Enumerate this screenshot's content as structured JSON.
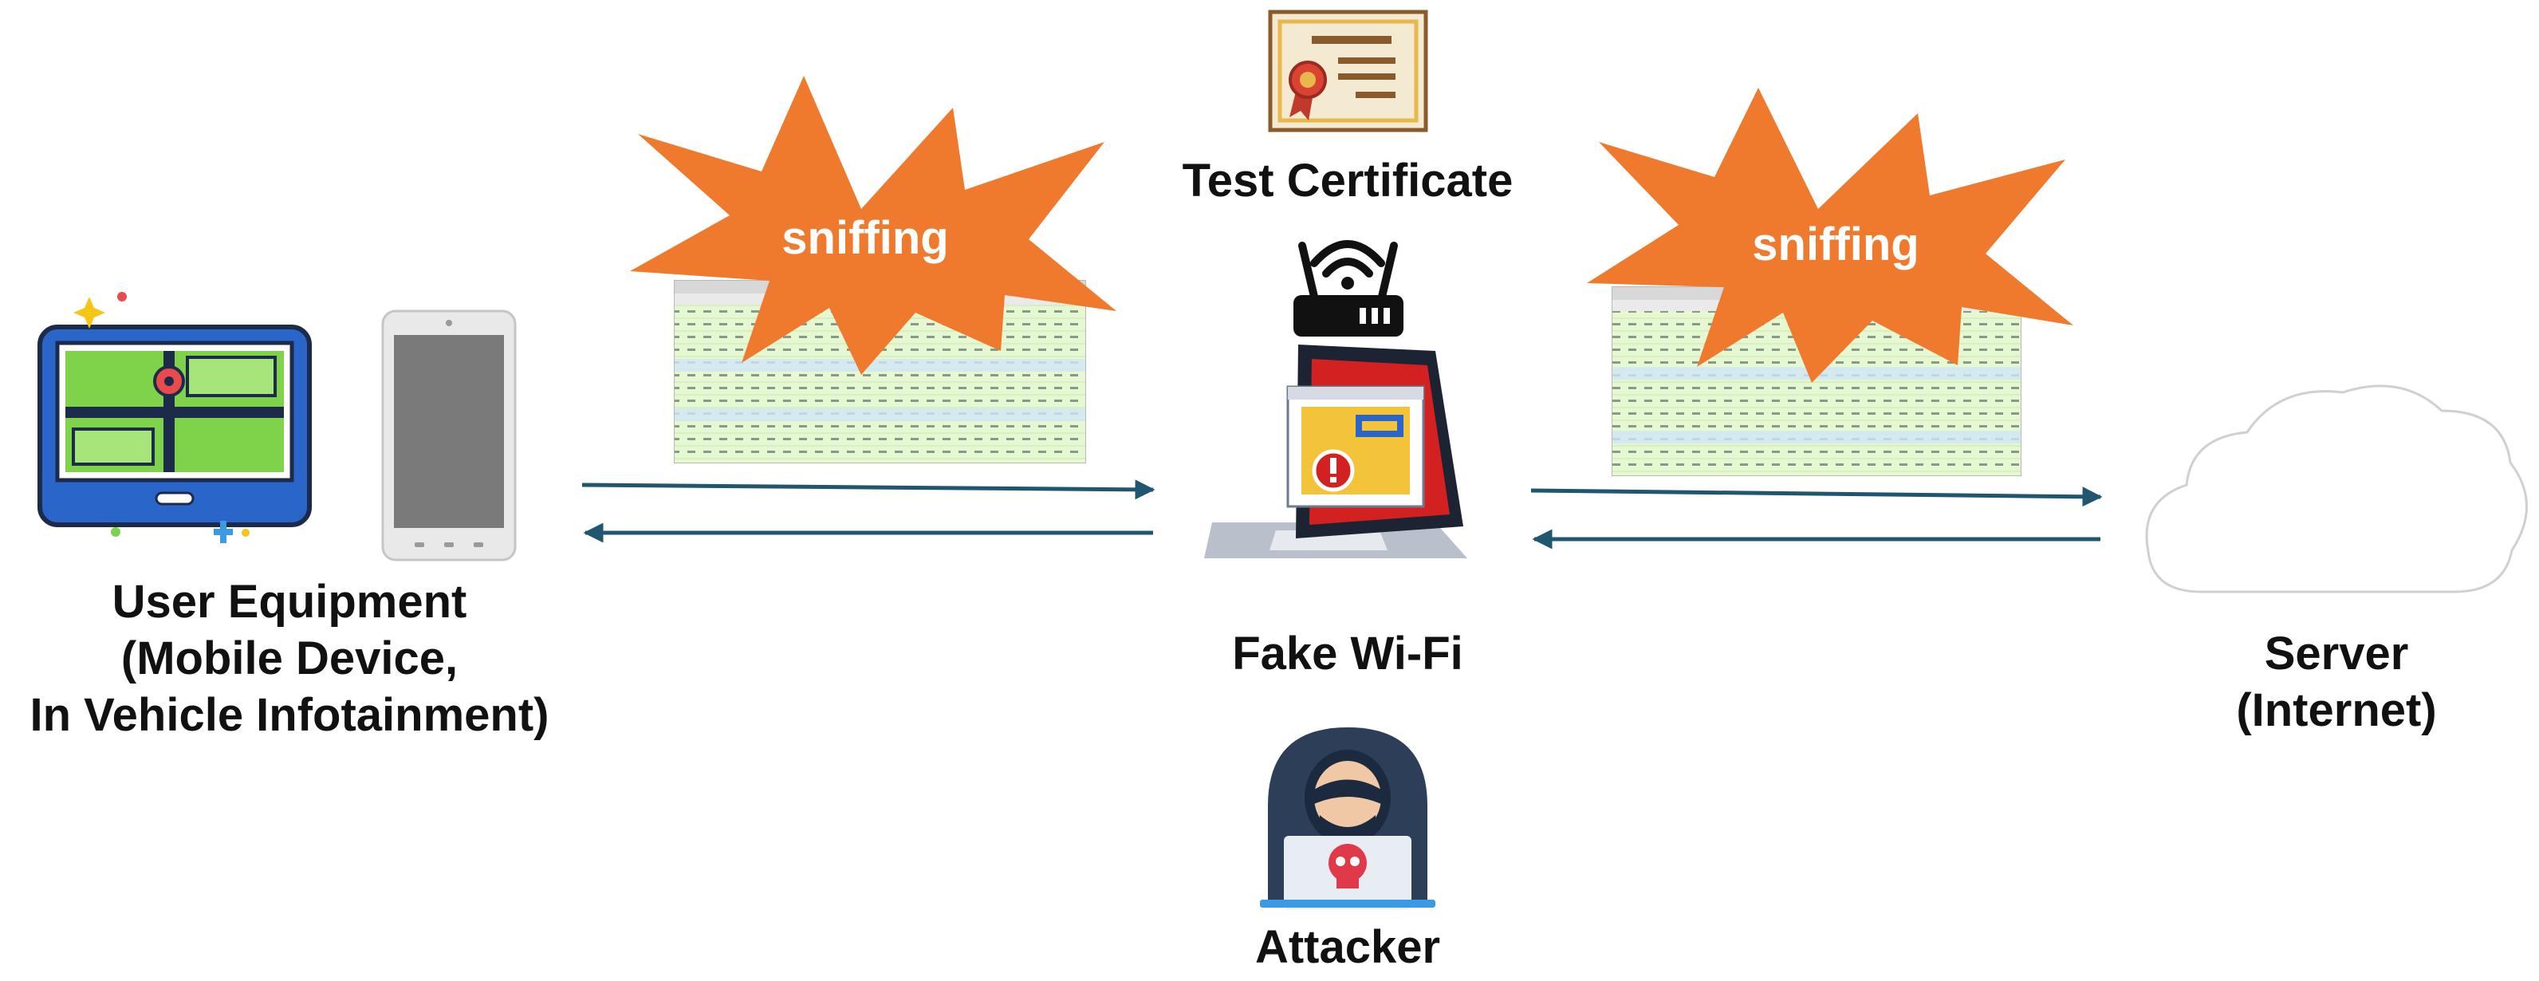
{
  "nodes": {
    "user_equipment": {
      "line1": "User Equipment",
      "line2": "(Mobile Device,",
      "line3": "In Vehicle Infotainment)"
    },
    "fake_wifi": {
      "label": "Fake Wi-Fi"
    },
    "test_certificate": {
      "label": "Test Certificate"
    },
    "attacker": {
      "label": "Attacker"
    },
    "server": {
      "line1": "Server",
      "line2": "(Internet)"
    }
  },
  "bursts": {
    "left": {
      "label": "sniffing"
    },
    "right": {
      "label": "sniffing"
    }
  },
  "colors": {
    "burst_orange": "#ef7a2e",
    "arrow_blue": "#1f5670",
    "map_blue": "#2a66c9",
    "map_green": "#7ed34a",
    "hood_navy": "#2c3e58",
    "skull_red": "#e03a4a",
    "cert_gold": "#e9b84c",
    "capture_green": "#dff6c8"
  },
  "icons": [
    "tablet-map-icon",
    "smartphone-icon",
    "certificate-icon",
    "router-icon",
    "laptop-icon",
    "hacker-icon",
    "cloud-icon"
  ]
}
